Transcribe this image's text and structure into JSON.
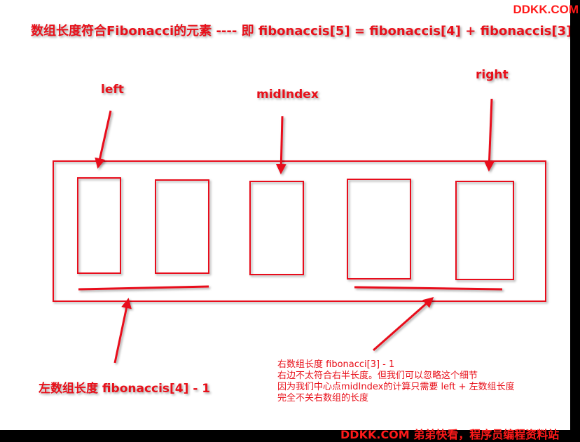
{
  "watermark": {
    "top": "DDKK.COM",
    "bottom": "DDKK.COM 弟弟快看，程序员编程资料站"
  },
  "title": "数组长度符合Fibonacci的元素 ----  即 fibonaccis[5] =  fibonaccis[4] +  fibonaccis[3]",
  "labels": {
    "left": "left",
    "mid": "midIndex",
    "right": "right"
  },
  "left_note": "左数组长度  fibonaccis[4] - 1",
  "right_note": [
    "右数组长度 fibonacci[3] - 1",
    "右边不太符合右半长度。但我们可以忽略这个细节",
    "因为我们中心点midIndex的计算只需要  left +  左数组长度",
    "完全不关右数组的长度"
  ],
  "colors": {
    "accent": "#e8101a",
    "background": "#ffffff",
    "frame": "#000000"
  }
}
